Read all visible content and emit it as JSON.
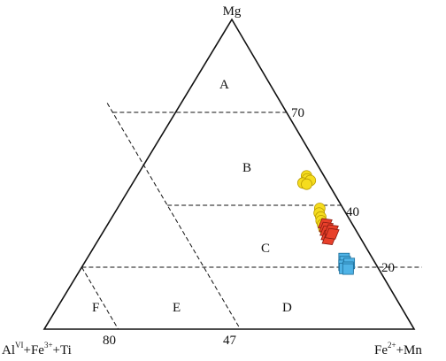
{
  "chart_data": {
    "type": "scatter",
    "subtype": "ternary",
    "apex_labels": {
      "top": "Mg",
      "left_main": "Al",
      "left_sup": "VI",
      "left_mid": "+Fe",
      "left_sup2": "3+",
      "left_tail": "+Ti",
      "right_main": "Fe",
      "right_sup": "2+",
      "right_tail": "+Mn"
    },
    "field_labels": [
      "A",
      "B",
      "C",
      "D",
      "E",
      "F"
    ],
    "mg_boundaries": [
      70,
      40,
      20
    ],
    "mg_tick_labels": [
      "70",
      "40",
      "20"
    ],
    "al_boundaries": [
      80,
      47
    ],
    "al_tick_labels": [
      "80",
      "47"
    ],
    "series": [
      {
        "marker": "circle",
        "color": "#f5dc1e",
        "stroke": "#b89a00",
        "points": [
          {
            "mg": 49.5,
            "fe": 45.8
          },
          {
            "mg": 48.5,
            "fe": 46.5
          },
          {
            "mg": 47.2,
            "fe": 46.0
          },
          {
            "mg": 48.0,
            "fe": 47.6
          },
          {
            "mg": 46.8,
            "fe": 47.2
          },
          {
            "mg": 39.0,
            "fe": 54.7
          },
          {
            "mg": 37.5,
            "fe": 55.3
          },
          {
            "mg": 36.2,
            "fe": 56.4
          },
          {
            "mg": 35.0,
            "fe": 57.1
          },
          {
            "mg": 33.8,
            "fe": 58.1
          },
          {
            "mg": 32.5,
            "fe": 59.1
          }
        ]
      },
      {
        "marker": "diamond",
        "color": "#e8402a",
        "stroke": "#8a1a10",
        "points": [
          {
            "mg": 34.0,
            "fe": 58.7
          },
          {
            "mg": 32.8,
            "fe": 59.6
          },
          {
            "mg": 31.6,
            "fe": 60.4
          },
          {
            "mg": 30.2,
            "fe": 61.4
          },
          {
            "mg": 29.0,
            "fe": 62.3
          },
          {
            "mg": 32.0,
            "fe": 61.4
          },
          {
            "mg": 30.8,
            "fe": 62.2
          }
        ]
      },
      {
        "marker": "square",
        "color": "#4fb3e6",
        "stroke": "#1c6e9a",
        "points": [
          {
            "mg": 22.8,
            "fe": 69.5
          },
          {
            "mg": 21.8,
            "fe": 70.3
          },
          {
            "mg": 20.6,
            "fe": 70.6
          },
          {
            "mg": 19.6,
            "fe": 71.3
          },
          {
            "mg": 21.2,
            "fe": 71.7
          },
          {
            "mg": 20.0,
            "fe": 72.0
          },
          {
            "mg": 19.4,
            "fe": 72.3
          }
        ]
      }
    ]
  }
}
